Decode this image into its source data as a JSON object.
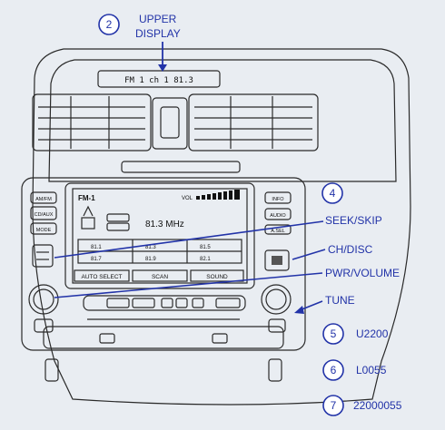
{
  "callouts": {
    "upper_display": {
      "number": "2",
      "text_line1": "UPPER",
      "text_line2": "DISPLAY"
    },
    "seek_skip": {
      "number": "4",
      "text": "SEEK/SKIP"
    },
    "ch_disc": {
      "text": "CH/DISC"
    },
    "pwr_volume": {
      "text": "PWR/VOLUME"
    },
    "tune": {
      "text": "TUNE"
    },
    "code_5": {
      "number": "5",
      "code": "U2200"
    },
    "code_6": {
      "number": "6",
      "code": "L0055"
    },
    "code_7": {
      "number": "7",
      "code": "22000055"
    }
  },
  "radio": {
    "upper_display_text": "FM 1  ch 1  81.3",
    "band": "FM-1",
    "vol_label": "VOL",
    "frequency": "81.3 MHz",
    "left_buttons": [
      "AM/FM",
      "CD/AUX",
      "MODE"
    ],
    "right_buttons": [
      "INFO",
      "AUDIO",
      "A.SEL"
    ],
    "softkeys": [
      "AUTO SELECT",
      "SCAN",
      "SOUND"
    ],
    "presets": [
      "81.1",
      "81.3",
      "81.5",
      "81.7",
      "81.9",
      "82.1"
    ]
  },
  "colors": {
    "accent": "#2233a8",
    "line": "#2a2a2a",
    "screen": "#d2d6da"
  }
}
